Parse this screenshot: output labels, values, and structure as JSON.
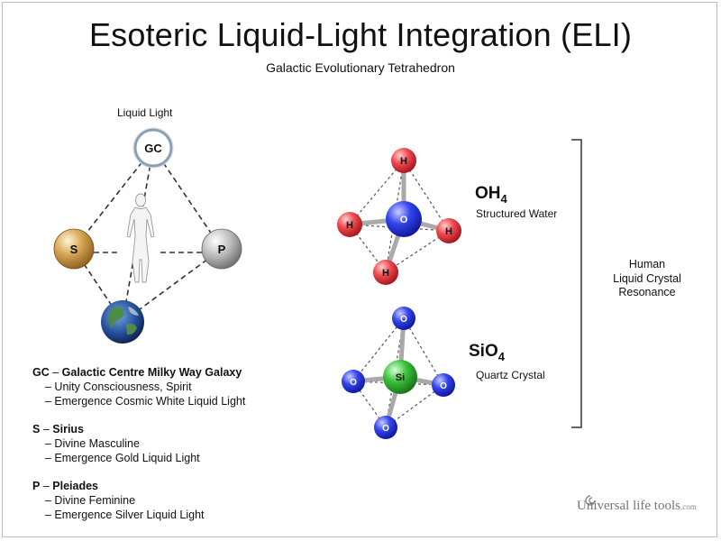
{
  "header": {
    "title": "Esoteric Liquid-Light Integration (ELI)",
    "subtitle": "Galactic Evolutionary Tetrahedron"
  },
  "tetrahedron": {
    "top_label": "Liquid Light",
    "nodes": {
      "gc": "GC",
      "s": "S",
      "p": "P"
    }
  },
  "molecules": {
    "water": {
      "formula_main": "OH",
      "formula_sub": "4",
      "caption": "Structured Water",
      "center": "O",
      "outer": "H"
    },
    "quartz": {
      "formula_main": "SiO",
      "formula_sub": "4",
      "caption": "Quartz Crystal",
      "center": "Si",
      "outer": "O"
    }
  },
  "resonance": [
    "Human",
    "Liquid Crystal",
    "Resonance"
  ],
  "legend": [
    {
      "abbr": "GC",
      "dash": "–",
      "name": "Galactic Centre Milky Way Galaxy",
      "items": [
        "– Unity Consciousness, Spirit",
        "– Emergence Cosmic White Liquid Light"
      ]
    },
    {
      "abbr": "S",
      "dash": "–",
      "name": "Sirius",
      "items": [
        "– Divine Masculine",
        "– Emergence Gold Liquid Light"
      ]
    },
    {
      "abbr": "P",
      "dash": "–",
      "name": "Pleiades",
      "items": [
        "– Divine Feminine",
        "– Emergence Silver Liquid Light"
      ]
    }
  ],
  "logo": {
    "text": "Universal life tools",
    "suffix": ".com"
  },
  "colors": {
    "hydrogen": "#e8343a",
    "oxygen": "#2233dd",
    "silicon": "#2fb12f",
    "sirius_gold": "#c8963e",
    "pleiades_silver": "#a9a9a9",
    "galactic_center_ring": "#8aa0b5"
  }
}
